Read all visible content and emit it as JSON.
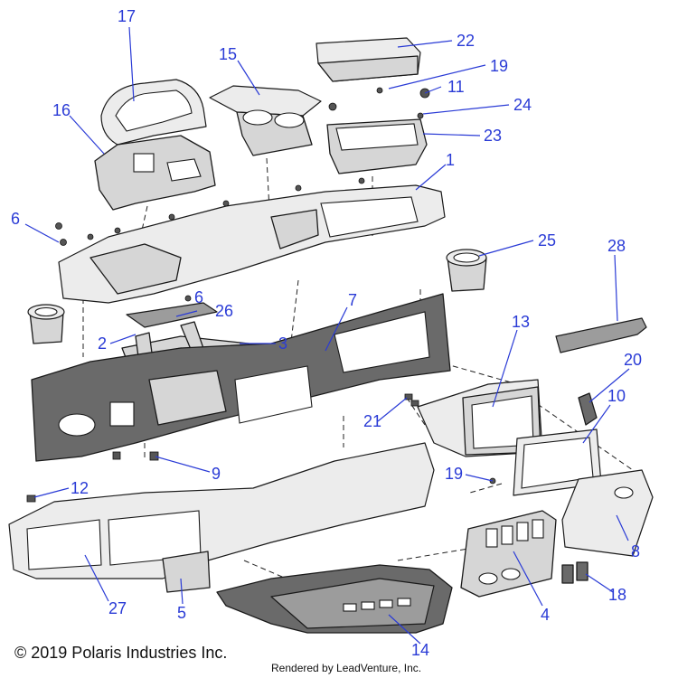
{
  "diagram": {
    "callouts": [
      "17",
      "22",
      "15",
      "19",
      "11",
      "24",
      "16",
      "23",
      "1",
      "6",
      "25",
      "28",
      "7",
      "6",
      "26",
      "2",
      "3",
      "13",
      "20",
      "10",
      "21",
      "9",
      "19",
      "12",
      "8",
      "4",
      "18",
      "27",
      "5",
      "14"
    ]
  },
  "footer": {
    "copyright": "© 2019 Polaris Industries Inc.",
    "rendered_by": "Rendered by LeadVenture, Inc."
  }
}
